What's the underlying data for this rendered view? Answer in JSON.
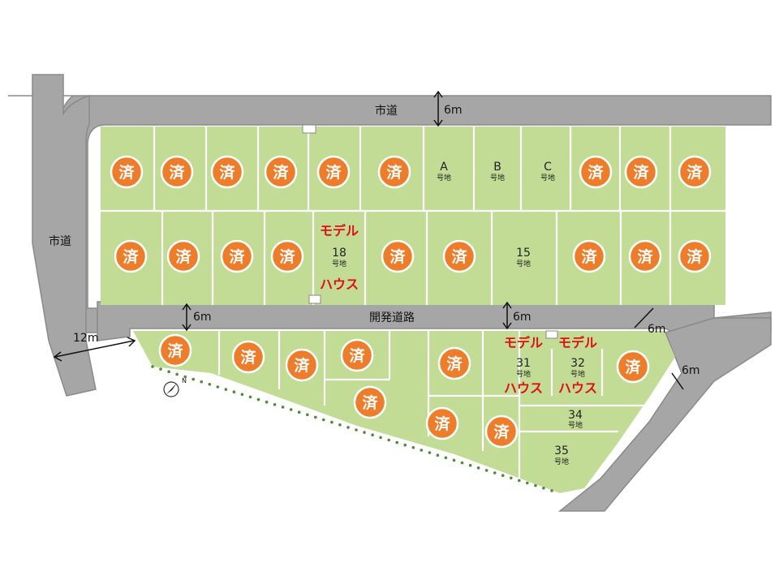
{
  "roads": {
    "top": "市道",
    "left": "市道",
    "middle": "開発道路",
    "width_6m": "6m",
    "width_12m": "12m"
  },
  "sold_mark": "済",
  "lot_suffix": "号地",
  "model_house": {
    "line1": "モデル",
    "line2": "ハウス"
  },
  "lots": {
    "A": "A",
    "B": "B",
    "C": "C",
    "l18": "18",
    "l15": "15",
    "l31": "31",
    "l32": "32",
    "l34": "34",
    "l35": "35"
  },
  "compass": "N",
  "colors": {
    "lot": "#c2dc96",
    "road": "#a6a6a6",
    "sold_badge": "#ee7d2b",
    "model_text": "#e01010"
  }
}
